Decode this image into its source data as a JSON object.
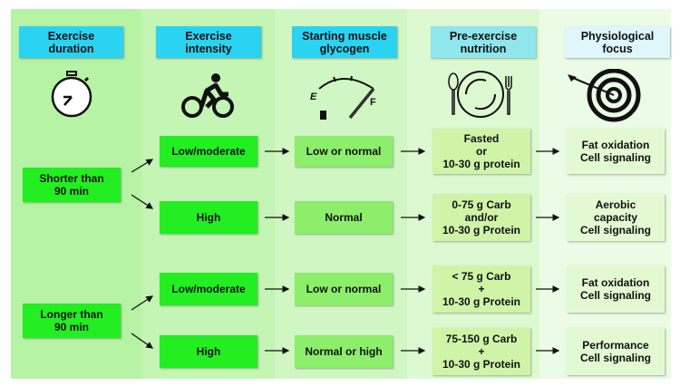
{
  "headers": [
    "Exercise duration",
    "Exercise intensity",
    "Starting muscle glycogen",
    "Pre-exercise nutrition",
    "Physiological focus"
  ],
  "header_lines": [
    [
      "Exercise",
      "duration"
    ],
    [
      "Exercise",
      "intensity"
    ],
    [
      "Starting muscle",
      "glycogen"
    ],
    [
      "Pre-exercise",
      "nutrition"
    ],
    [
      "Physiological",
      "focus"
    ]
  ],
  "gauge": {
    "empty": "E",
    "full": "F"
  },
  "durations": [
    [
      "Shorter than",
      "90 min"
    ],
    [
      "Longer than",
      "90 min"
    ]
  ],
  "rows": [
    {
      "intensity": "Low/moderate",
      "glycogen": "Low or normal",
      "nutrition": [
        "Fasted",
        "or",
        "10-30 g protein"
      ],
      "focus": [
        "Fat oxidation",
        "Cell signaling"
      ]
    },
    {
      "intensity": "High",
      "glycogen": "Normal",
      "nutrition": [
        "0-75 g Carb",
        "and/or",
        "10-30 g Protein"
      ],
      "focus": [
        "Aerobic",
        "capacity",
        "Cell signaling"
      ]
    },
    {
      "intensity": "Low/moderate",
      "glycogen": "Low or normal",
      "nutrition": [
        "< 75 g Carb",
        "+",
        "10-30 g Protein"
      ],
      "focus": [
        "Fat oxidation",
        "Cell signaling"
      ]
    },
    {
      "intensity": "High",
      "glycogen": "Normal or high",
      "nutrition": [
        "75-150 g Carb",
        "+",
        "10-30 g Protein"
      ],
      "focus": [
        "Performance",
        "Cell signaling"
      ]
    }
  ]
}
